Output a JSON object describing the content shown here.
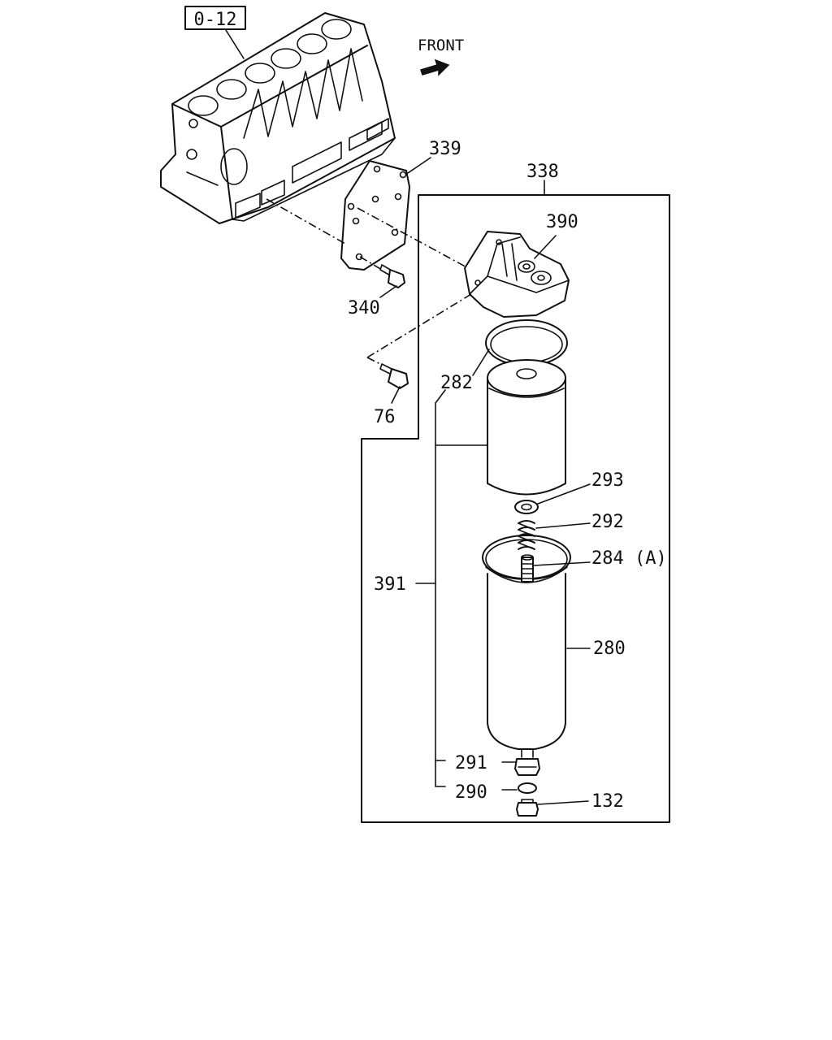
{
  "reference_box": "0-12",
  "direction_label": "FRONT",
  "callouts": {
    "p339": "339",
    "p338": "338",
    "p390": "390",
    "p340": "340",
    "p76": "76",
    "p282": "282",
    "p293": "293",
    "p292": "292",
    "p284": "284 (A)",
    "p391": "391",
    "p280": "280",
    "p291": "291",
    "p290": "290",
    "p132": "132"
  }
}
